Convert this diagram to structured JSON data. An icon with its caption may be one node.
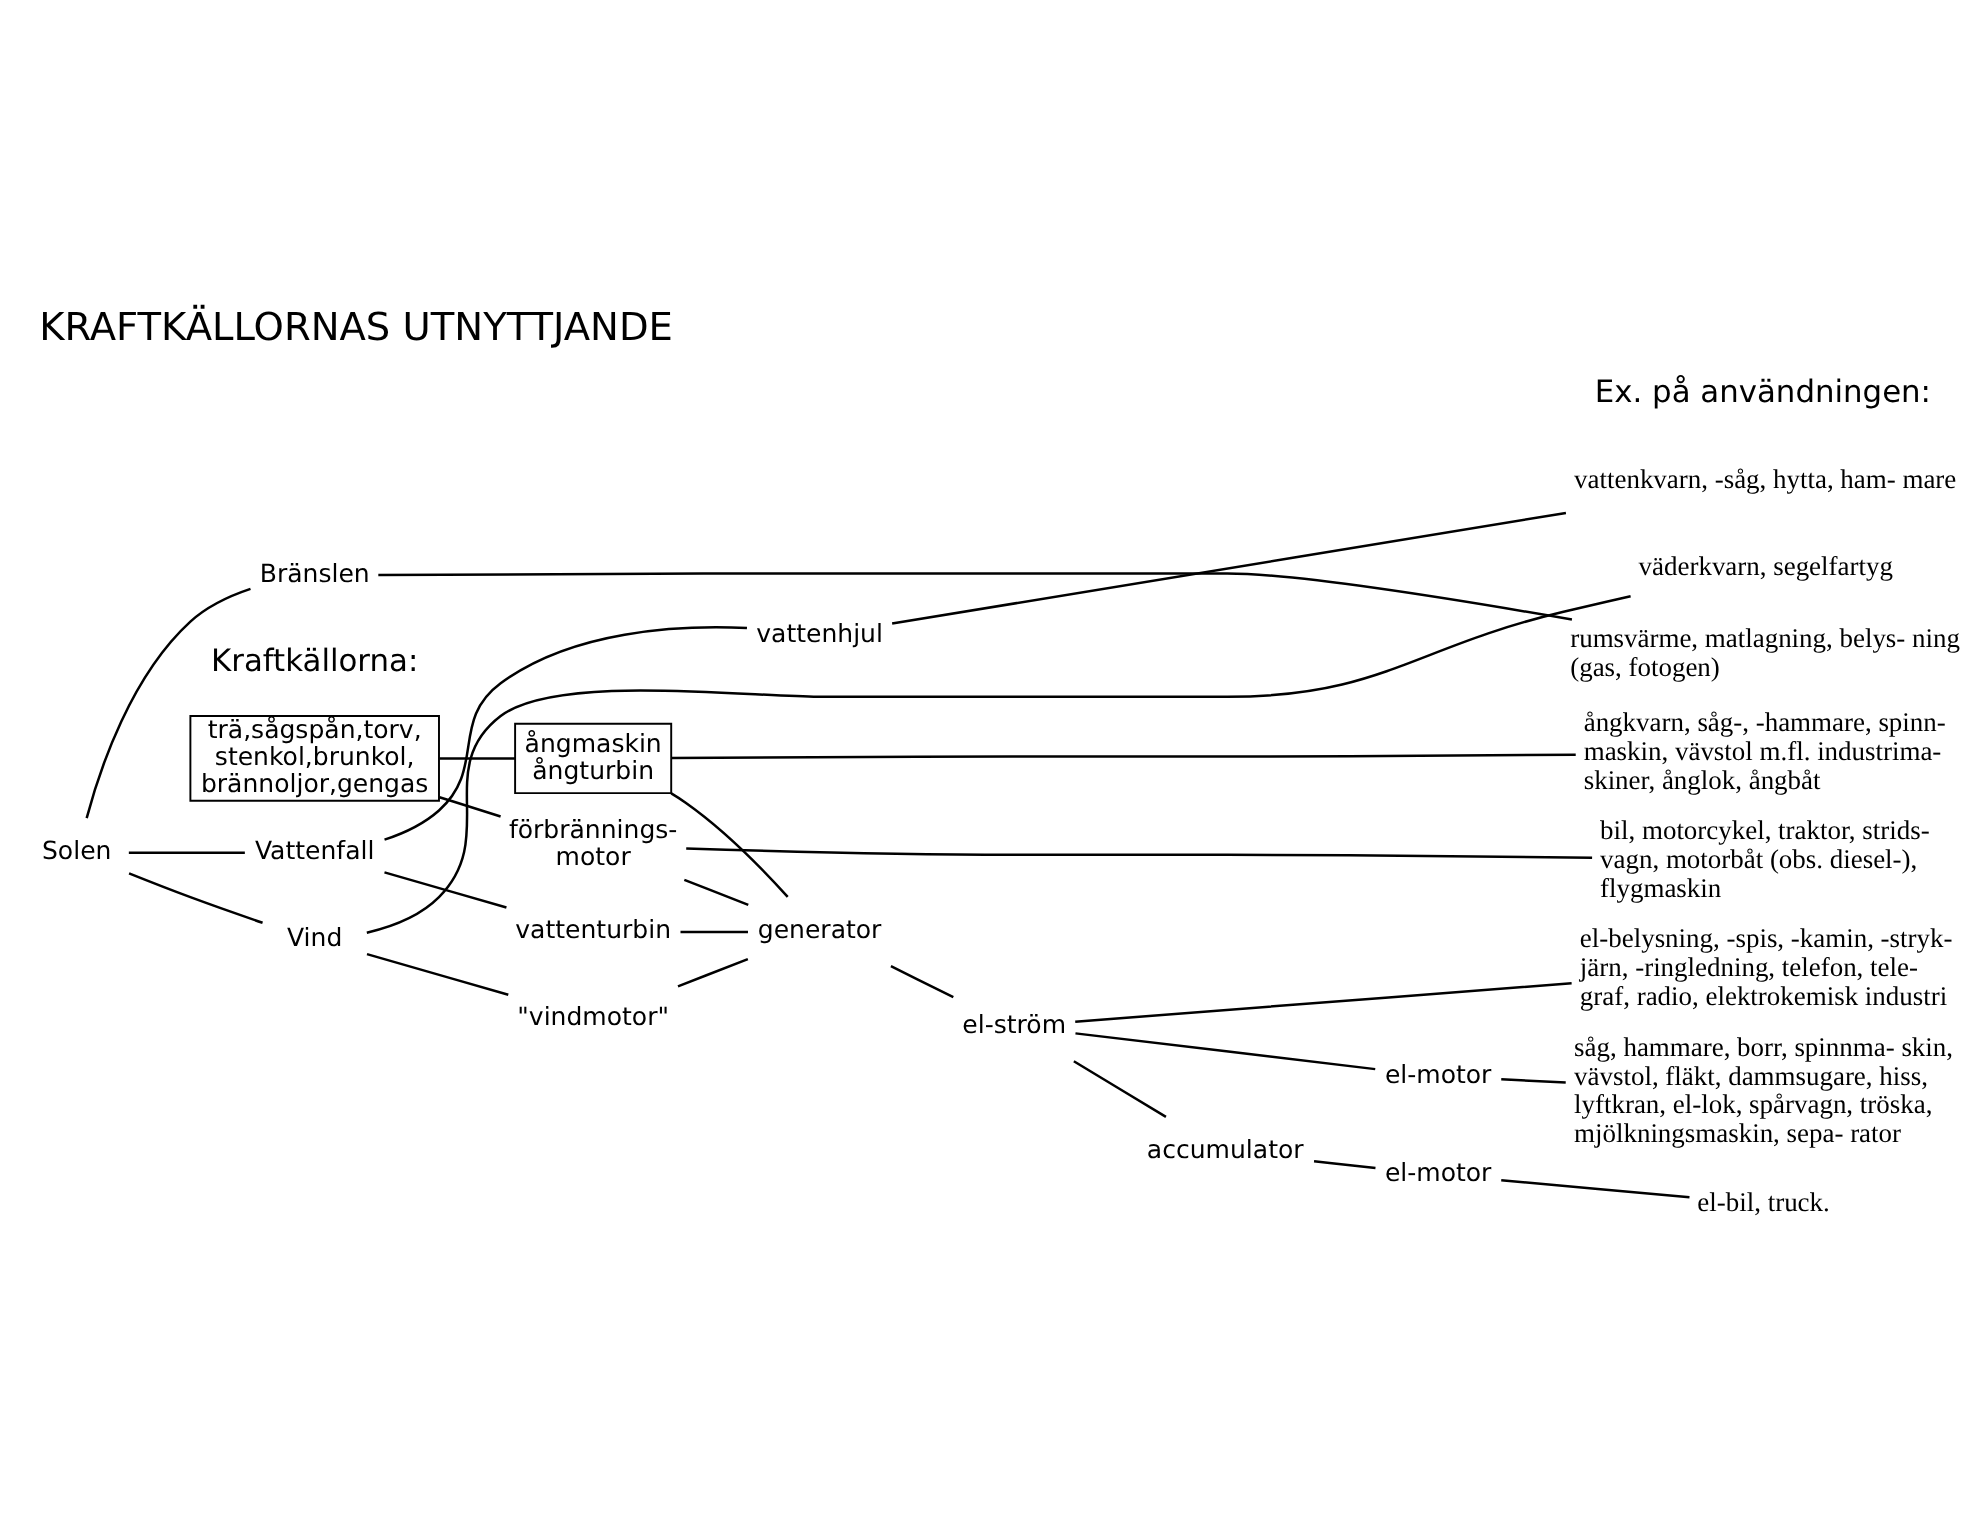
{
  "diagram": {
    "title": "KRAFTKÄLLORNAS UTNYTTJANDE",
    "nodes": [
      {
        "text": [
          "Solen"
        ]
      },
      {
        "text": [
          "Vattenfall"
        ]
      },
      {
        "text": [
          "Vind"
        ]
      },
      {
        "text": [
          "Bränslen"
        ]
      },
      {
        "text": [
          "trä,sågspån,torv, stenkol,brunkol, brännoljor,gengas"
        ]
      },
      {
        "text": [
          "vattenhjul"
        ]
      },
      {
        "text": [
          "vattenturbin"
        ]
      },
      {
        "text": [
          "\"vindmotor\""
        ]
      },
      {
        "text": [
          "ångmaskin ångturbin"
        ]
      },
      {
        "text": [
          "förbrännings- motor"
        ]
      },
      {
        "text": [
          "generator"
        ]
      },
      {
        "text": [
          "el-ström"
        ]
      },
      {
        "text": [
          "el-motor"
        ]
      },
      {
        "text": [
          "accumulator"
        ]
      },
      {
        "text": [
          "el-motor"
        ]
      },
      {
        "text": [
          "vattenkvarn, -såg, hytta, ham- mare"
        ]
      },
      {
        "text": [
          "väderkvarn, segelfartyg"
        ]
      },
      {
        "text": [
          "rumsvärme, matlagning, belys- ning (gas, fotogen)"
        ]
      },
      {
        "text": [
          "ångkvarn, såg-, -hammare, spinn- maskin, vävstol m.fl. industrima- skiner, ånglok, ångbåt"
        ]
      },
      {
        "text": [
          "bil, motorcykel, traktor, strids- vagn, motorbåt (obs. diesel-), flygmaskin"
        ]
      },
      {
        "text": [
          "el-belysning, -spis, -kamin, -stryk- järn, -ringledning, telefon, tele- graf, radio, elektrokemisk industri"
        ]
      },
      {
        "text": [
          "såg, hammare, borr, spinnma- skin, vävstol, fläkt, dammsugare, hiss, lyftkran, el-lok, spårvagn, tröska, mjölkningsmaskin, sepa- rator"
        ]
      },
      {
        "text": [
          "el-bil, truck."
        ]
      }
    ],
    "edges": [
      {
        "from": 0,
        "to": 1,
        "arrow": "none"
      },
      {
        "from": 0,
        "to": 2,
        "arrow": "none"
      },
      {
        "from": 0,
        "to": 3,
        "arrow": "none"
      },
      {
        "from": 1,
        "to": 5,
        "arrow": "none"
      },
      {
        "from": 1,
        "to": 6,
        "arrow": "none"
      },
      {
        "from": 5,
        "to": 15,
        "arrow": "none"
      },
      {
        "from": 2,
        "to": 16,
        "arrow": "none"
      },
      {
        "from": 2,
        "to": 7,
        "arrow": "none"
      },
      {
        "from": 3,
        "to": 17,
        "arrow": "none"
      },
      {
        "from": 4,
        "to": 8,
        "arrow": "none"
      },
      {
        "from": 4,
        "to": 9,
        "arrow": "none"
      },
      {
        "from": 8,
        "to": 18,
        "arrow": "none"
      },
      {
        "from": 9,
        "to": 19,
        "arrow": "none"
      },
      {
        "from": 6,
        "to": 10,
        "arrow": "none"
      },
      {
        "from": 7,
        "to": 10,
        "arrow": "none"
      },
      {
        "from": 8,
        "to": 10,
        "arrow": "none"
      },
      {
        "from": 9,
        "to": 10,
        "arrow": "none"
      },
      {
        "from": 10,
        "to": 11,
        "arrow": "none"
      },
      {
        "from": 11,
        "to": 20,
        "arrow": "none"
      },
      {
        "from": 11,
        "to": 12,
        "arrow": "none"
      },
      {
        "from": 12,
        "to": 21,
        "arrow": "none"
      },
      {
        "from": 11,
        "to": 13,
        "arrow": "none"
      },
      {
        "from": 13,
        "to": 14,
        "arrow": "none"
      },
      {
        "from": 14,
        "to": 22,
        "arrow": "none"
      }
    ],
    "labels": [
      "Kraftkällorna:",
      "Ex. på användningen:"
    ]
  }
}
